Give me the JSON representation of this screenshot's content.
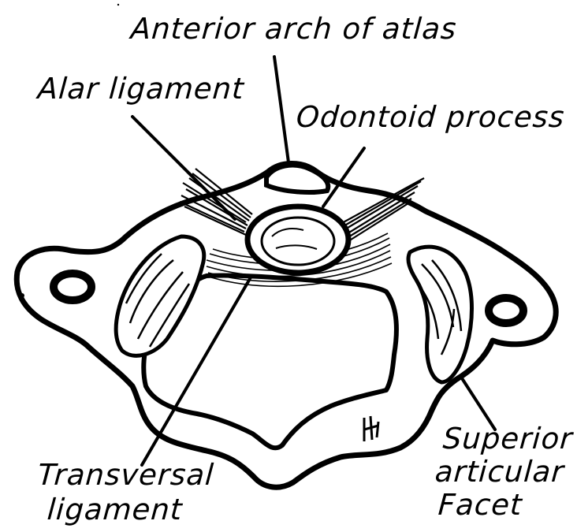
{
  "diagram": {
    "labels": {
      "anterior_arch": "Anterior arch of atlas",
      "alar_ligament": "Alar ligament",
      "odontoid_process": "Odontoid process",
      "transversal_ligament_line1": "Transversal",
      "transversal_ligament_line2": "ligament",
      "superior_facet_line1": "Superior",
      "superior_facet_line2": "articular",
      "superior_facet_line3": "Facet"
    },
    "colors": {
      "ink": "#000000",
      "paper": "#ffffff"
    }
  }
}
